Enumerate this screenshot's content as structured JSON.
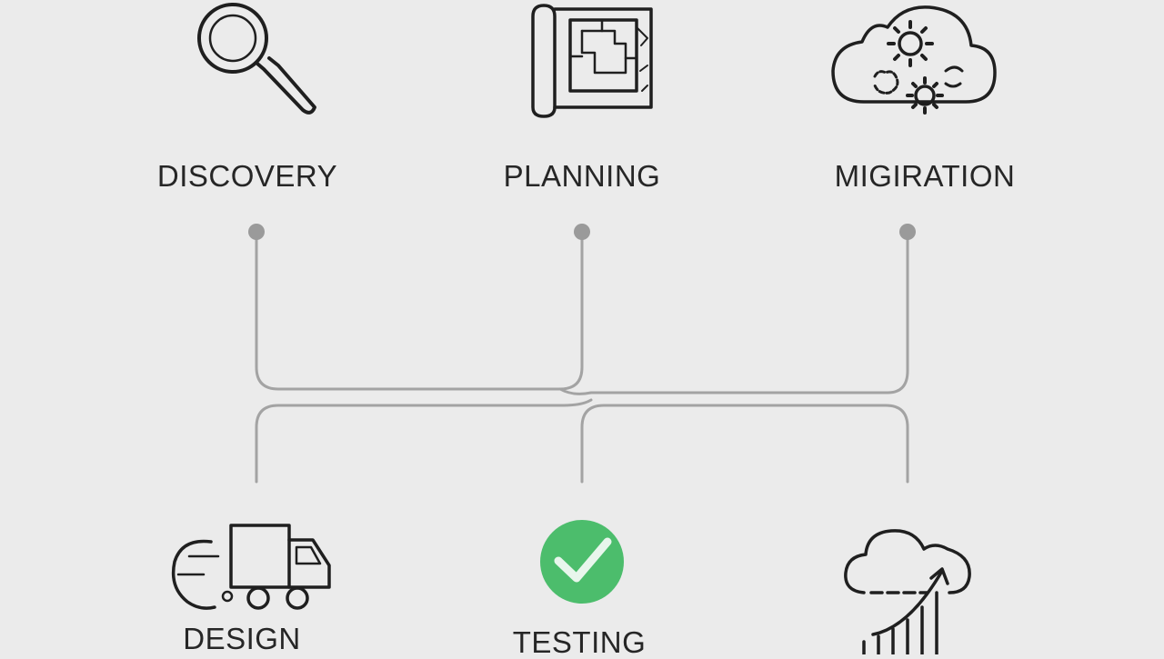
{
  "stages": {
    "discovery": {
      "label": "DISCOVERY",
      "icon": "magnifying-glass-icon"
    },
    "planning": {
      "label": "PLANNING",
      "icon": "blueprint-icon"
    },
    "migration": {
      "label": "MIGIRATION",
      "icon": "cloud-gears-icon"
    },
    "design": {
      "label": "DESIGN",
      "icon": "truck-icon"
    },
    "testing": {
      "label": "TESTING",
      "icon": "check-circle-icon"
    },
    "cloud_growth": {
      "icon": "cloud-upload-chart-icon"
    }
  },
  "colors": {
    "background": "#ebebeb",
    "stroke": "#1f1f1f",
    "connector": "#9a9a9a",
    "check_green": "#4cbd6c"
  }
}
